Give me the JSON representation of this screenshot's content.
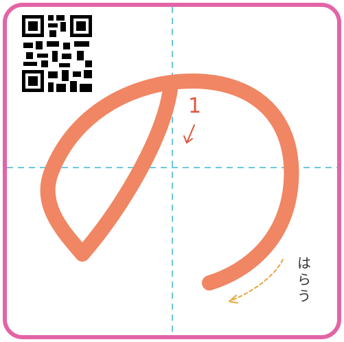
{
  "character": "の",
  "stroke_number": "1",
  "stroke_end_label": "はらう",
  "colors": {
    "border": "#e364a6",
    "guide": "#6cc8dc",
    "stroke": "#f08663",
    "arrow": "#e0553a",
    "dashed_arrow": "#e8a63c",
    "label": "#333333"
  },
  "icons": {
    "qr": "qr-code-icon",
    "direction": "arrow-down-left-icon",
    "ending": "dashed-curved-arrow-icon"
  }
}
